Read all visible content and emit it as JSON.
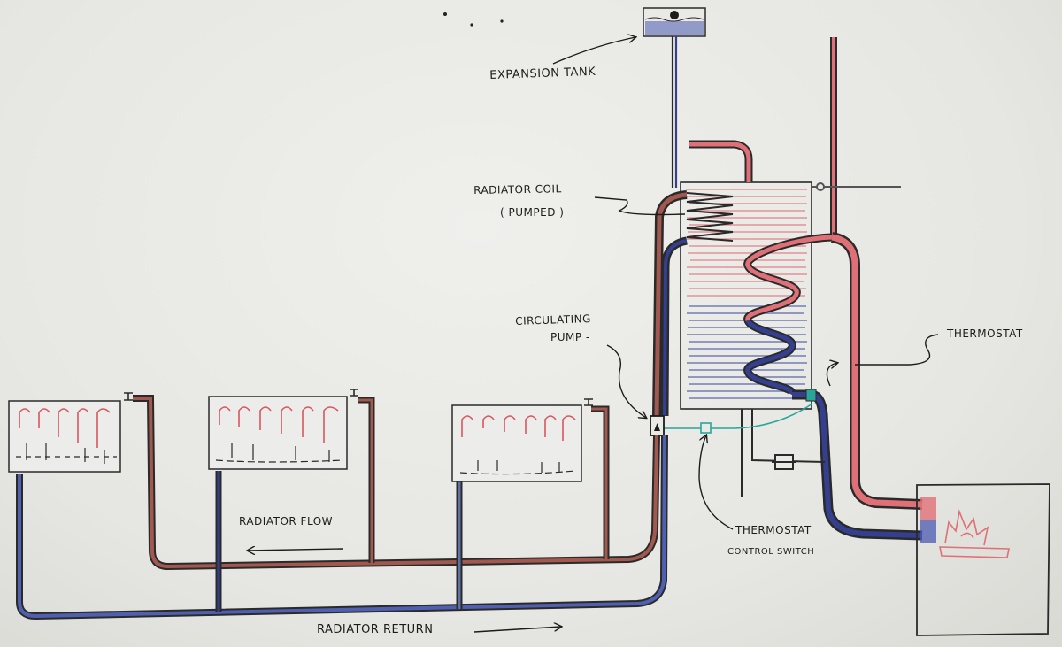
{
  "labels": {
    "expansion_tank": "EXPANSION TANK",
    "radiator_coil_line1": "RADIATOR COIL",
    "radiator_coil_line2": "( PUMPED )",
    "circulating_pump_line1": "CIRCULATING",
    "circulating_pump_line2": "PUMP -",
    "thermostat": "THERMOSTAT",
    "thermostat_switch_line1": "THERMOSTAT",
    "thermostat_switch_line2": "CONTROL SWITCH",
    "radiator_flow": "RADIATOR FLOW",
    "radiator_return": "RADIATOR RETURN"
  },
  "colors": {
    "hot": "#d9575f",
    "cold": "#34408f",
    "ink": "#2a2a2a",
    "wire": "#2aa59a"
  }
}
